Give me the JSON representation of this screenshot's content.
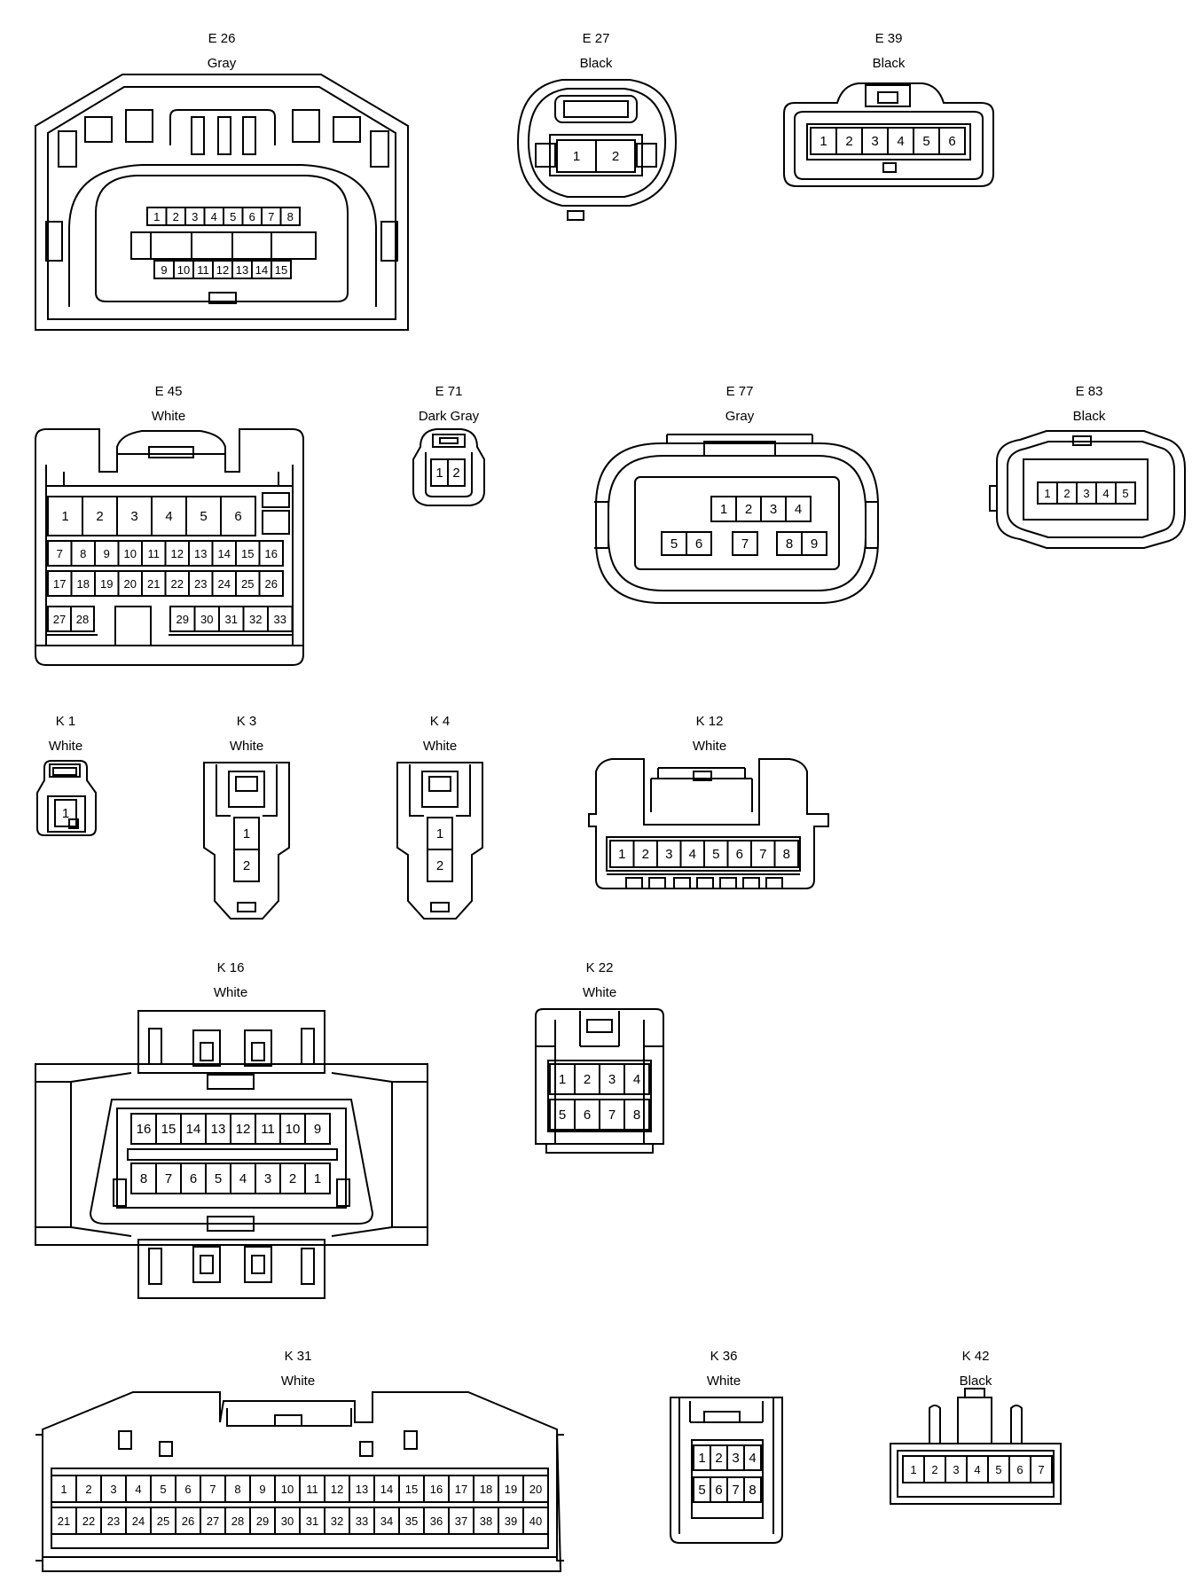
{
  "connectors": [
    {
      "id": "E 26",
      "color": "Gray",
      "pins_top": [
        "1",
        "2",
        "3",
        "4",
        "5",
        "6",
        "7",
        "8"
      ],
      "pins_bottom": [
        "9",
        "10",
        "11",
        "12",
        "13",
        "14",
        "15"
      ]
    },
    {
      "id": "E 27",
      "color": "Black",
      "pins": [
        "1",
        "2"
      ]
    },
    {
      "id": "E 39",
      "color": "Black",
      "pins": [
        "1",
        "2",
        "3",
        "4",
        "5",
        "6"
      ]
    },
    {
      "id": "E 45",
      "color": "White",
      "row1": [
        "1",
        "2",
        "3",
        "4",
        "5",
        "6"
      ],
      "row2": [
        "7",
        "8",
        "9",
        "10",
        "11",
        "12",
        "13",
        "14",
        "15",
        "16"
      ],
      "row3": [
        "17",
        "18",
        "19",
        "20",
        "21",
        "22",
        "23",
        "24",
        "25",
        "26"
      ],
      "row4a": [
        "27",
        "28"
      ],
      "row4b": [
        "29",
        "30",
        "31",
        "32",
        "33"
      ]
    },
    {
      "id": "E 71",
      "color": "Dark Gray",
      "pins": [
        "1",
        "2"
      ]
    },
    {
      "id": "E 77",
      "color": "Gray",
      "row1": [
        "1",
        "2",
        "3",
        "4"
      ],
      "row2": [
        "5",
        "6",
        "7",
        "8",
        "9"
      ]
    },
    {
      "id": "E 83",
      "color": "Black",
      "pins": [
        "1",
        "2",
        "3",
        "4",
        "5"
      ]
    },
    {
      "id": "K 1",
      "color": "White",
      "pins": [
        "1"
      ]
    },
    {
      "id": "K 3",
      "color": "White",
      "pins": [
        "1",
        "2"
      ]
    },
    {
      "id": "K 4",
      "color": "White",
      "pins": [
        "1",
        "2"
      ]
    },
    {
      "id": "K 12",
      "color": "White",
      "pins": [
        "1",
        "2",
        "3",
        "4",
        "5",
        "6",
        "7",
        "8"
      ]
    },
    {
      "id": "K 16",
      "color": "White",
      "pins_top": [
        "16",
        "15",
        "14",
        "13",
        "12",
        "11",
        "10",
        "9"
      ],
      "pins_bottom": [
        "8",
        "7",
        "6",
        "5",
        "4",
        "3",
        "2",
        "1"
      ]
    },
    {
      "id": "K 22",
      "color": "White",
      "pins_top": [
        "1",
        "2",
        "3",
        "4"
      ],
      "pins_bottom": [
        "5",
        "6",
        "7",
        "8"
      ]
    },
    {
      "id": "K 31",
      "color": "White",
      "pins_top": [
        "1",
        "2",
        "3",
        "4",
        "5",
        "6",
        "7",
        "8",
        "9",
        "10",
        "11",
        "12",
        "13",
        "14",
        "15",
        "16",
        "17",
        "18",
        "19",
        "20"
      ],
      "pins_bottom": [
        "21",
        "22",
        "23",
        "24",
        "25",
        "26",
        "27",
        "28",
        "29",
        "30",
        "31",
        "32",
        "33",
        "34",
        "35",
        "36",
        "37",
        "38",
        "39",
        "40"
      ]
    },
    {
      "id": "K 36",
      "color": "White",
      "pins_top": [
        "1",
        "2",
        "3",
        "4"
      ],
      "pins_bottom": [
        "5",
        "6",
        "7",
        "8"
      ]
    },
    {
      "id": "K 42",
      "color": "Black",
      "pins": [
        "1",
        "2",
        "3",
        "4",
        "5",
        "6",
        "7"
      ]
    }
  ]
}
